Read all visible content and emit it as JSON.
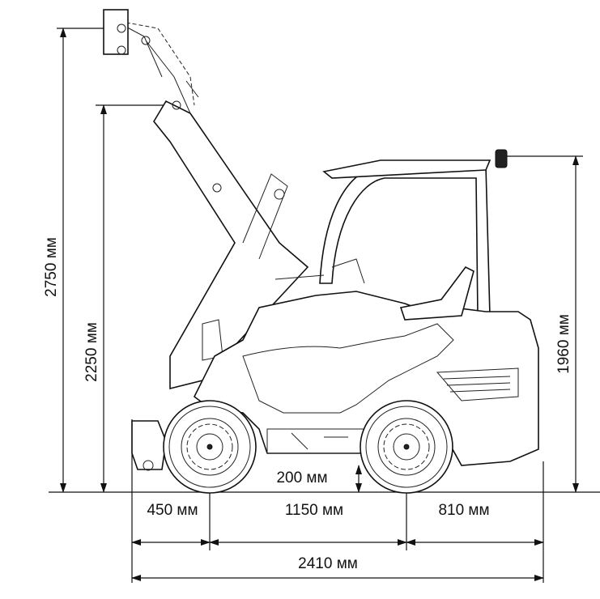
{
  "dimensions": {
    "max_lift_height": "2750 мм",
    "pin_height": "2250 мм",
    "overall_height": "1960 мм",
    "ground_clearance": "200 мм",
    "front_overhang": "450 мм",
    "wheelbase": "1150 мм",
    "rear_overhang": "810 мм",
    "overall_length": "2410 мм"
  }
}
